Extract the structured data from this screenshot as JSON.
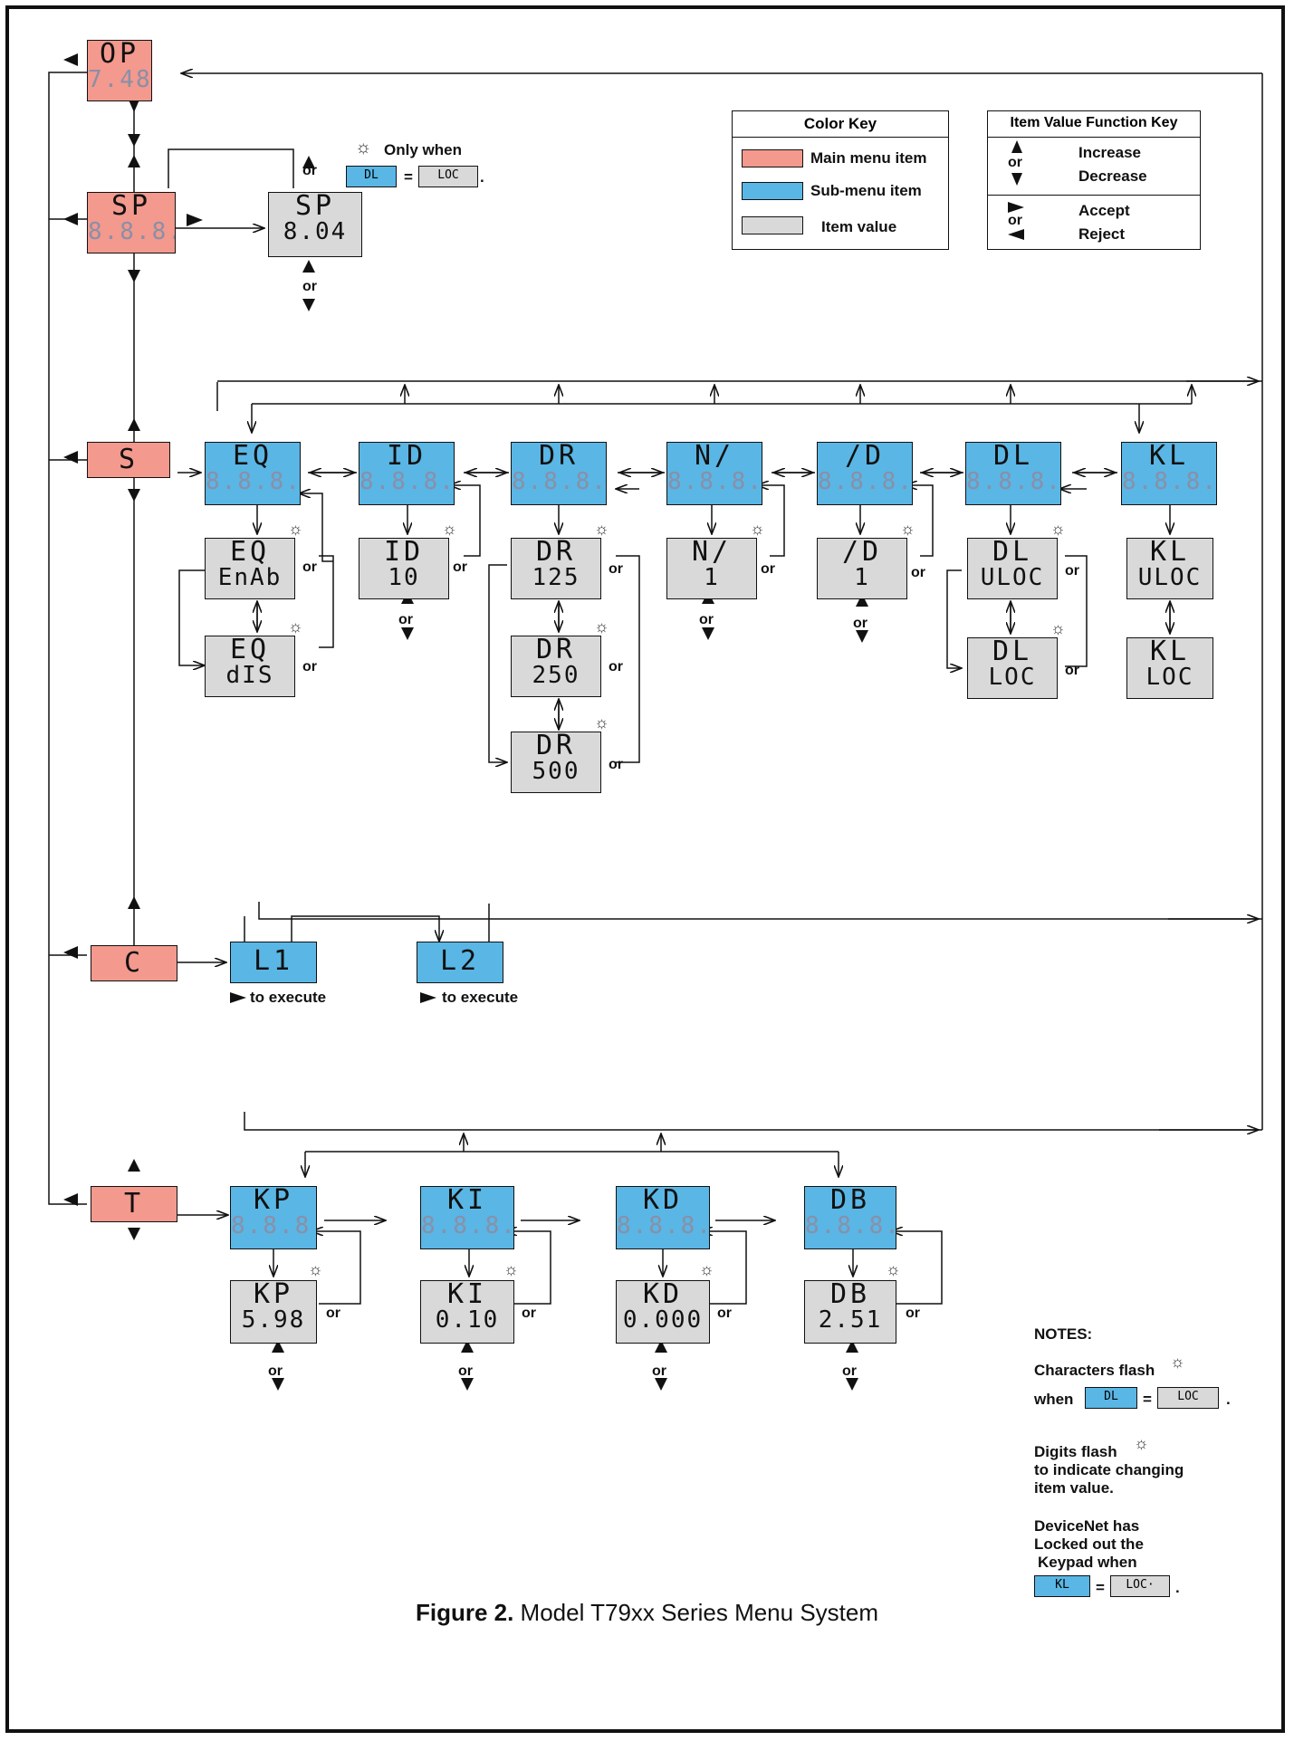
{
  "figure": {
    "label": "Figure 2.",
    "text": " Model T79xx Series Menu System"
  },
  "colors": {
    "main": "#f3998d",
    "sub": "#5ab6e4",
    "value": "#d9d9d9"
  },
  "color_key": {
    "title": "Color Key",
    "main": "Main menu item",
    "sub": "Sub-menu item",
    "value": "Item value"
  },
  "function_key": {
    "title": "Item Value Function Key",
    "inc": "Increase",
    "dec": "Decrease",
    "accept": "Accept",
    "reject": "Reject",
    "or": "or"
  },
  "only_when": {
    "text": "Only when",
    "sub": "DL",
    "val": "LOC",
    "eq": "=",
    "dot": "."
  },
  "execute": "to execute",
  "or": "or",
  "notes": {
    "title": "NOTES:",
    "n1a": "Characters flash",
    "n1b": "when",
    "n1_sub": "DL",
    "n1_val": "LOC",
    "eq": "=",
    "dot": ".",
    "n2a": "Digits flash",
    "n2b": "to indicate changing",
    "n2c": "item value.",
    "n3a": "DeviceNet has",
    "n3b": "Locked out the",
    "n3c": "Keypad when",
    "n3_sub": "KL",
    "n3_val": "LOC·"
  },
  "main": {
    "op": {
      "t": "OP",
      "b": "7.48"
    },
    "sp": {
      "t": "SP",
      "b": "8.8.8.8"
    },
    "s": {
      "t": "S"
    },
    "c": {
      "t": "C"
    },
    "t": {
      "t": "T"
    }
  },
  "sp_val": {
    "t": "SP",
    "b": "8.04"
  },
  "s_subs": [
    {
      "t": "EQ",
      "b": "8.8.8.8"
    },
    {
      "t": "ID",
      "b": "8.8.8.8"
    },
    {
      "t": "DR",
      "b": "8.8.8.8"
    },
    {
      "t": "N/",
      "b": "8.8.8.8"
    },
    {
      "t": "/D",
      "b": "8.8.8.8"
    },
    {
      "t": "DL",
      "b": "8.8.8.8"
    },
    {
      "t": "KL",
      "b": "8.8.8.8"
    }
  ],
  "s_vals": [
    {
      "t": "EQ",
      "b": "EnAb"
    },
    {
      "t": "EQ",
      "b": "dIS"
    },
    {
      "t": "ID",
      "b": "10"
    },
    {
      "t": "DR",
      "b": "125"
    },
    {
      "t": "DR",
      "b": "250"
    },
    {
      "t": "DR",
      "b": "500"
    },
    {
      "t": "N/",
      "b": "1"
    },
    {
      "t": "/D",
      "b": "1"
    },
    {
      "t": "DL",
      "b": "ULOC"
    },
    {
      "t": "DL",
      "b": "LOC"
    },
    {
      "t": "KL",
      "b": "ULOC"
    },
    {
      "t": "KL",
      "b": "LOC"
    }
  ],
  "c_subs": [
    {
      "t": "L1"
    },
    {
      "t": "L2"
    }
  ],
  "t_subs": [
    {
      "t": "KP",
      "b": "8.8.8.8"
    },
    {
      "t": "KI",
      "b": "8.8.8.8"
    },
    {
      "t": "KD",
      "b": "8.8.8.8"
    },
    {
      "t": "DB",
      "b": "8.8.8.8"
    }
  ],
  "t_vals": [
    {
      "t": "KP",
      "b": "5.98"
    },
    {
      "t": "KI",
      "b": "0.10"
    },
    {
      "t": "KD",
      "b": "0.000"
    },
    {
      "t": "DB",
      "b": "2.51"
    }
  ]
}
